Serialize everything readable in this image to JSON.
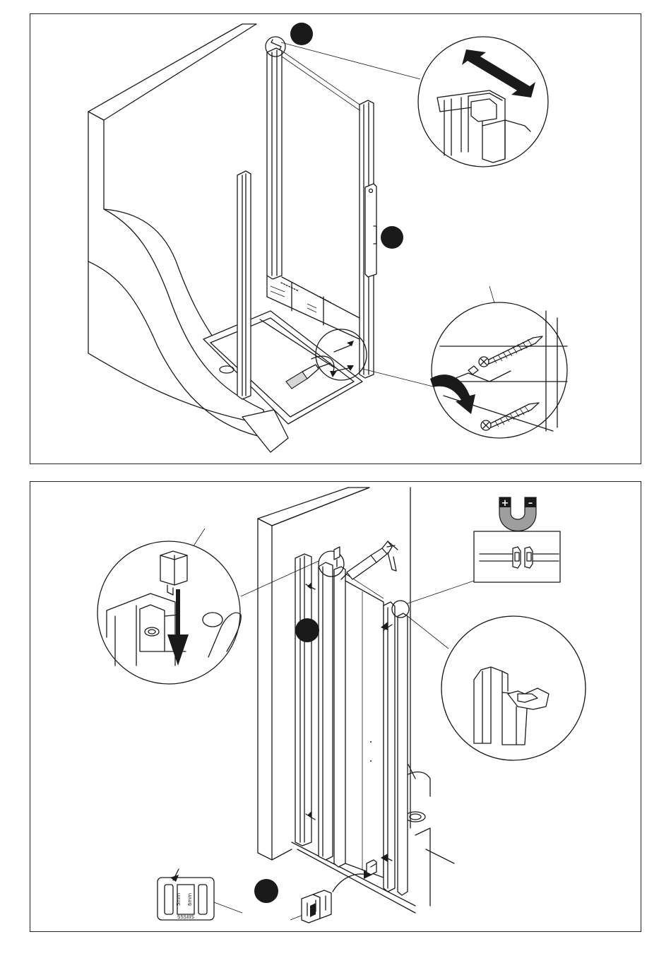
{
  "magnet": {
    "plus": "+",
    "minus": "–"
  },
  "spacer_gauge": {
    "label_5mm": "5mm",
    "label_6mm": "6mm",
    "brand": "SSSIIIS"
  },
  "colors": {
    "ink": "#1a1a1a",
    "magnet_grey": "#9e9e9e",
    "background": "#ffffff"
  },
  "icons": [
    "step-marker",
    "double-arrow-icon",
    "screw-icon",
    "screwdriver-icon",
    "magnet-icon",
    "silicone-gun-icon",
    "curved-arrow-icon",
    "down-arrow-icon"
  ]
}
